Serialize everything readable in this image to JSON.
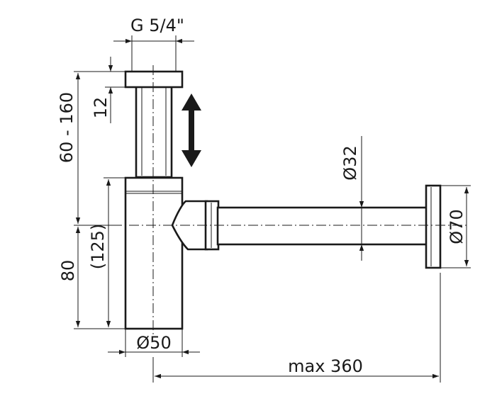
{
  "dimensions": {
    "thread": "G 5/4\"",
    "cap_height": "12",
    "tail_range": "60 - 160",
    "bottle_height": "(125)",
    "outlet_height": "80",
    "bottle_diameter": "Ø50",
    "pipe_diameter": "Ø32",
    "rosette_diameter": "Ø70",
    "max_length": "max 360"
  },
  "colors": {
    "line": "#1a1a1a",
    "background": "#ffffff"
  },
  "icons": {
    "adjust": "double-arrow-vertical-icon"
  }
}
